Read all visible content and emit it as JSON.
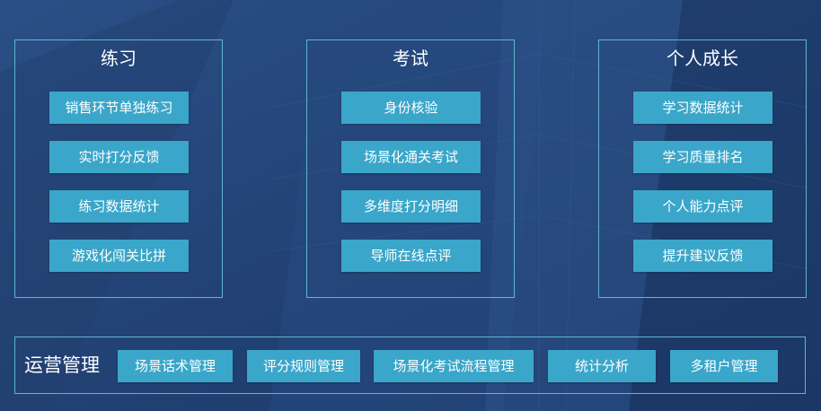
{
  "theme": {
    "background": "#1f3f72",
    "border": "#5fb6cf",
    "button": "#3aa6c9",
    "text": "#ffffff"
  },
  "panels": [
    {
      "title": "练习",
      "items": [
        "销售环节单独练习",
        "实时打分反馈",
        "练习数据统计",
        "游戏化闯关比拼"
      ]
    },
    {
      "title": "考试",
      "items": [
        "身份核验",
        "场景化通关考试",
        "多维度打分明细",
        "导师在线点评"
      ]
    },
    {
      "title": "个人成长",
      "items": [
        "学习数据统计",
        "学习质量排名",
        "个人能力点评",
        "提升建议反馈"
      ]
    }
  ],
  "operations": {
    "title": "运营管理",
    "items": [
      "场景话术管理",
      "评分规则管理",
      "场景化考试流程管理",
      "统计分析",
      "多租户管理"
    ]
  }
}
